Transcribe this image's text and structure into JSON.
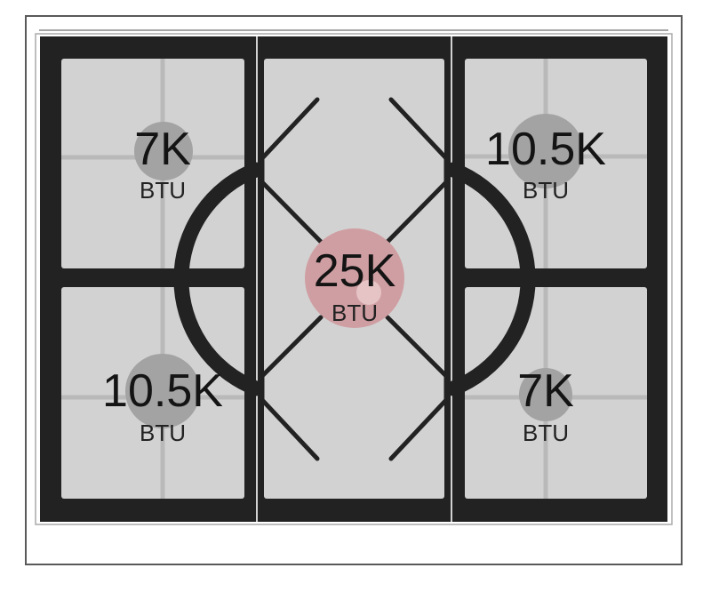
{
  "cooktop": {
    "burners": [
      {
        "id": "rear-left",
        "rating": "7K",
        "unit": "BTU",
        "color": "#a3a3a3"
      },
      {
        "id": "rear-right",
        "rating": "10.5K",
        "unit": "BTU",
        "color": "#a3a3a3"
      },
      {
        "id": "center",
        "rating": "25K",
        "unit": "BTU",
        "color": "#cf9ea2"
      },
      {
        "id": "front-left",
        "rating": "10.5K",
        "unit": "BTU",
        "color": "#a3a3a3"
      },
      {
        "id": "front-right",
        "rating": "7K",
        "unit": "BTU",
        "color": "#a3a3a3"
      }
    ],
    "colors": {
      "grate": "#222222",
      "surface": "#d2d2d2",
      "grate_rod": "#b9b9b9",
      "frame": "#5a5a5a",
      "center_ring": "#e6c4c6"
    }
  }
}
